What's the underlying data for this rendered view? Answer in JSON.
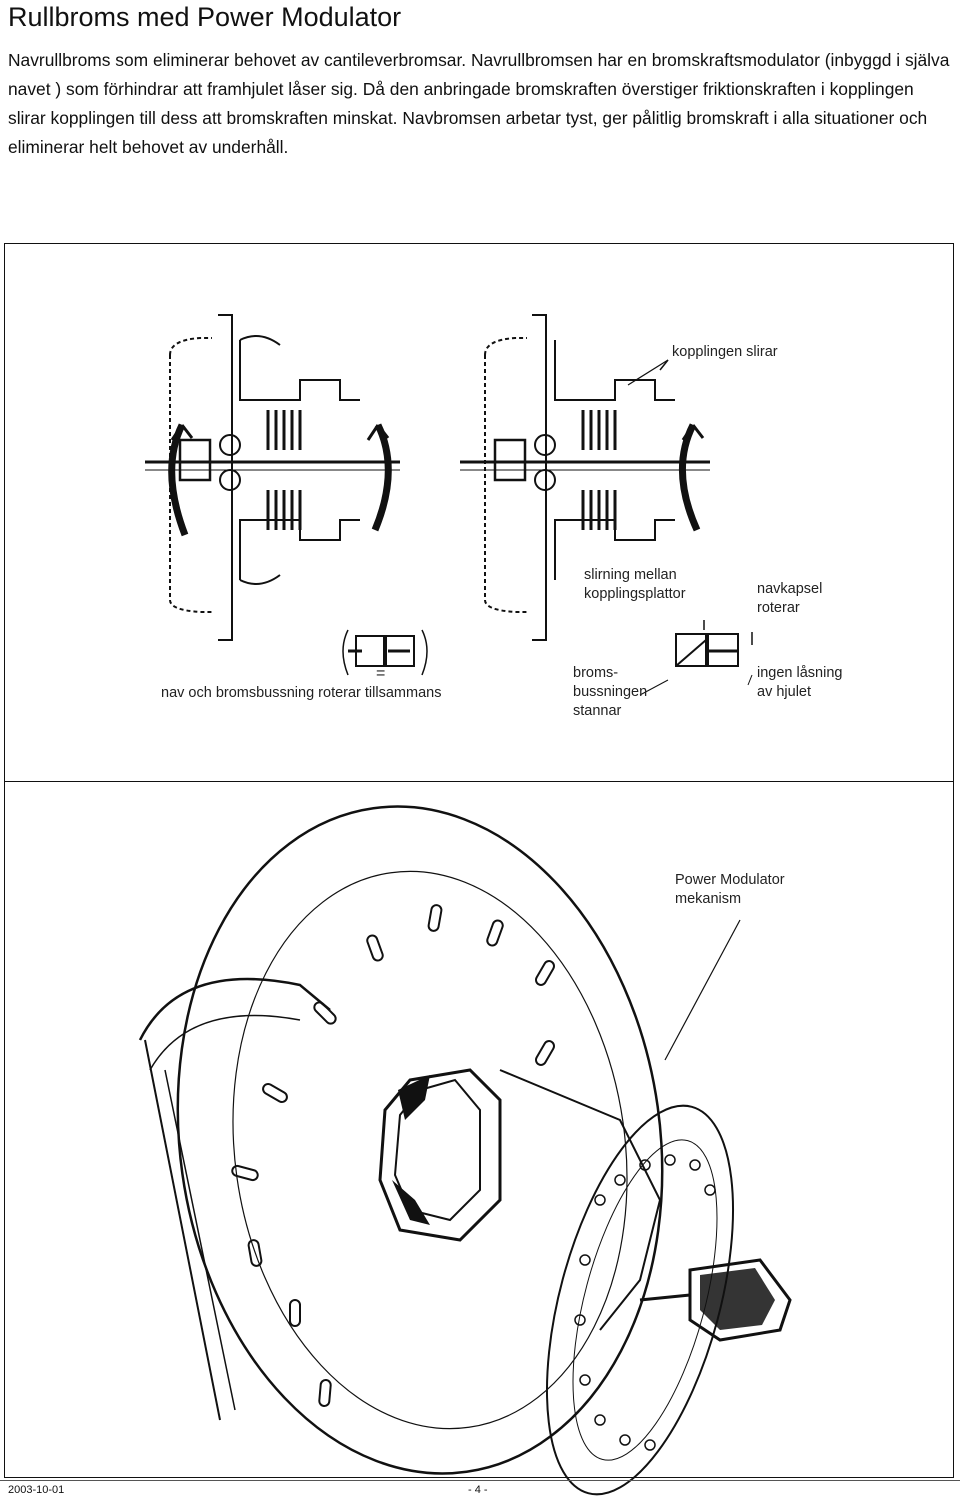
{
  "title": "Rullbroms med Power Modulator",
  "intro": "Navrullbroms som eliminerar behovet av cantileverbromsar. Navrullbromsen har en bromskraftsmodulator (inbyggd i själva navet ) som förhindrar att framhjulet låser sig. Då den anbringade bromskraften överstiger friktionskraften i kopplingen slirar kopplingen till dess att bromskraften minskat. Navbromsen arbetar tyst, ger pålitlig bromskraft i alla situationer och eliminerar helt behovet av underhåll.",
  "labels": {
    "kopplingen": "kopplingen slirar",
    "slirning": "slirning mellan\nkopplingsplattor",
    "navkapsel": "navkapsel\nroterar",
    "equals": "=",
    "nav_och": "nav och bromsbussning roterar tillsammans",
    "broms": "broms-\nbussningen\nstannar",
    "ingen": "ingen låsning\nav hjulet",
    "power": "Power Modulator\nmekanism"
  },
  "footer": {
    "date": "2003-10-01",
    "page": "- 4 -"
  }
}
